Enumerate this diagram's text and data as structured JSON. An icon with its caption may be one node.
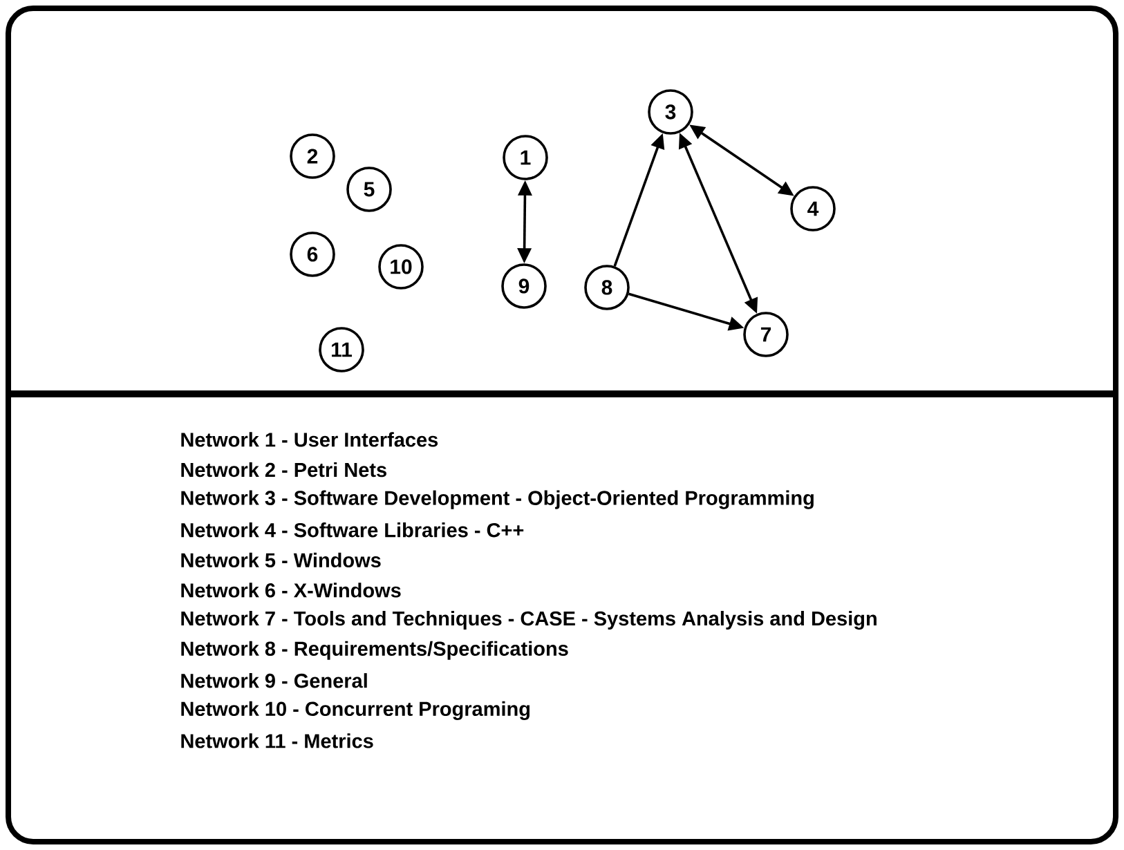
{
  "diagram": {
    "nodes": [
      {
        "text": [
          "1"
        ]
      },
      {
        "text": [
          "2"
        ]
      },
      {
        "text": [
          "3"
        ]
      },
      {
        "text": [
          "4"
        ]
      },
      {
        "text": [
          "5"
        ]
      },
      {
        "text": [
          "6"
        ]
      },
      {
        "text": [
          "7"
        ]
      },
      {
        "text": [
          "8"
        ]
      },
      {
        "text": [
          "9"
        ]
      },
      {
        "text": [
          "10"
        ]
      },
      {
        "text": [
          "11"
        ]
      }
    ],
    "edges": [
      {
        "from": 0,
        "to": 8,
        "arrow": "both"
      },
      {
        "from": 2,
        "to": 3,
        "arrow": "both"
      },
      {
        "from": 2,
        "to": 6,
        "arrow": "both"
      },
      {
        "from": 7,
        "to": 2,
        "arrow": "to"
      },
      {
        "from": 7,
        "to": 6,
        "arrow": "to"
      }
    ],
    "labels": [
      "Network 1 - User Interfaces",
      "Network 2 - Petri Nets",
      "Network 3 - Software Development - Object-Oriented Programming",
      "Network 4 - Software Libraries - C++",
      "Network 5 - Windows",
      "Network 6 - X-Windows",
      "Network 7 - Tools and Techniques - CASE - Systems Analysis and Design",
      "Network 8 - Requirements/Specifications",
      "Network 9 - General",
      "Network 10 - Concurrent Programing",
      "Network 11 - Metrics"
    ]
  }
}
